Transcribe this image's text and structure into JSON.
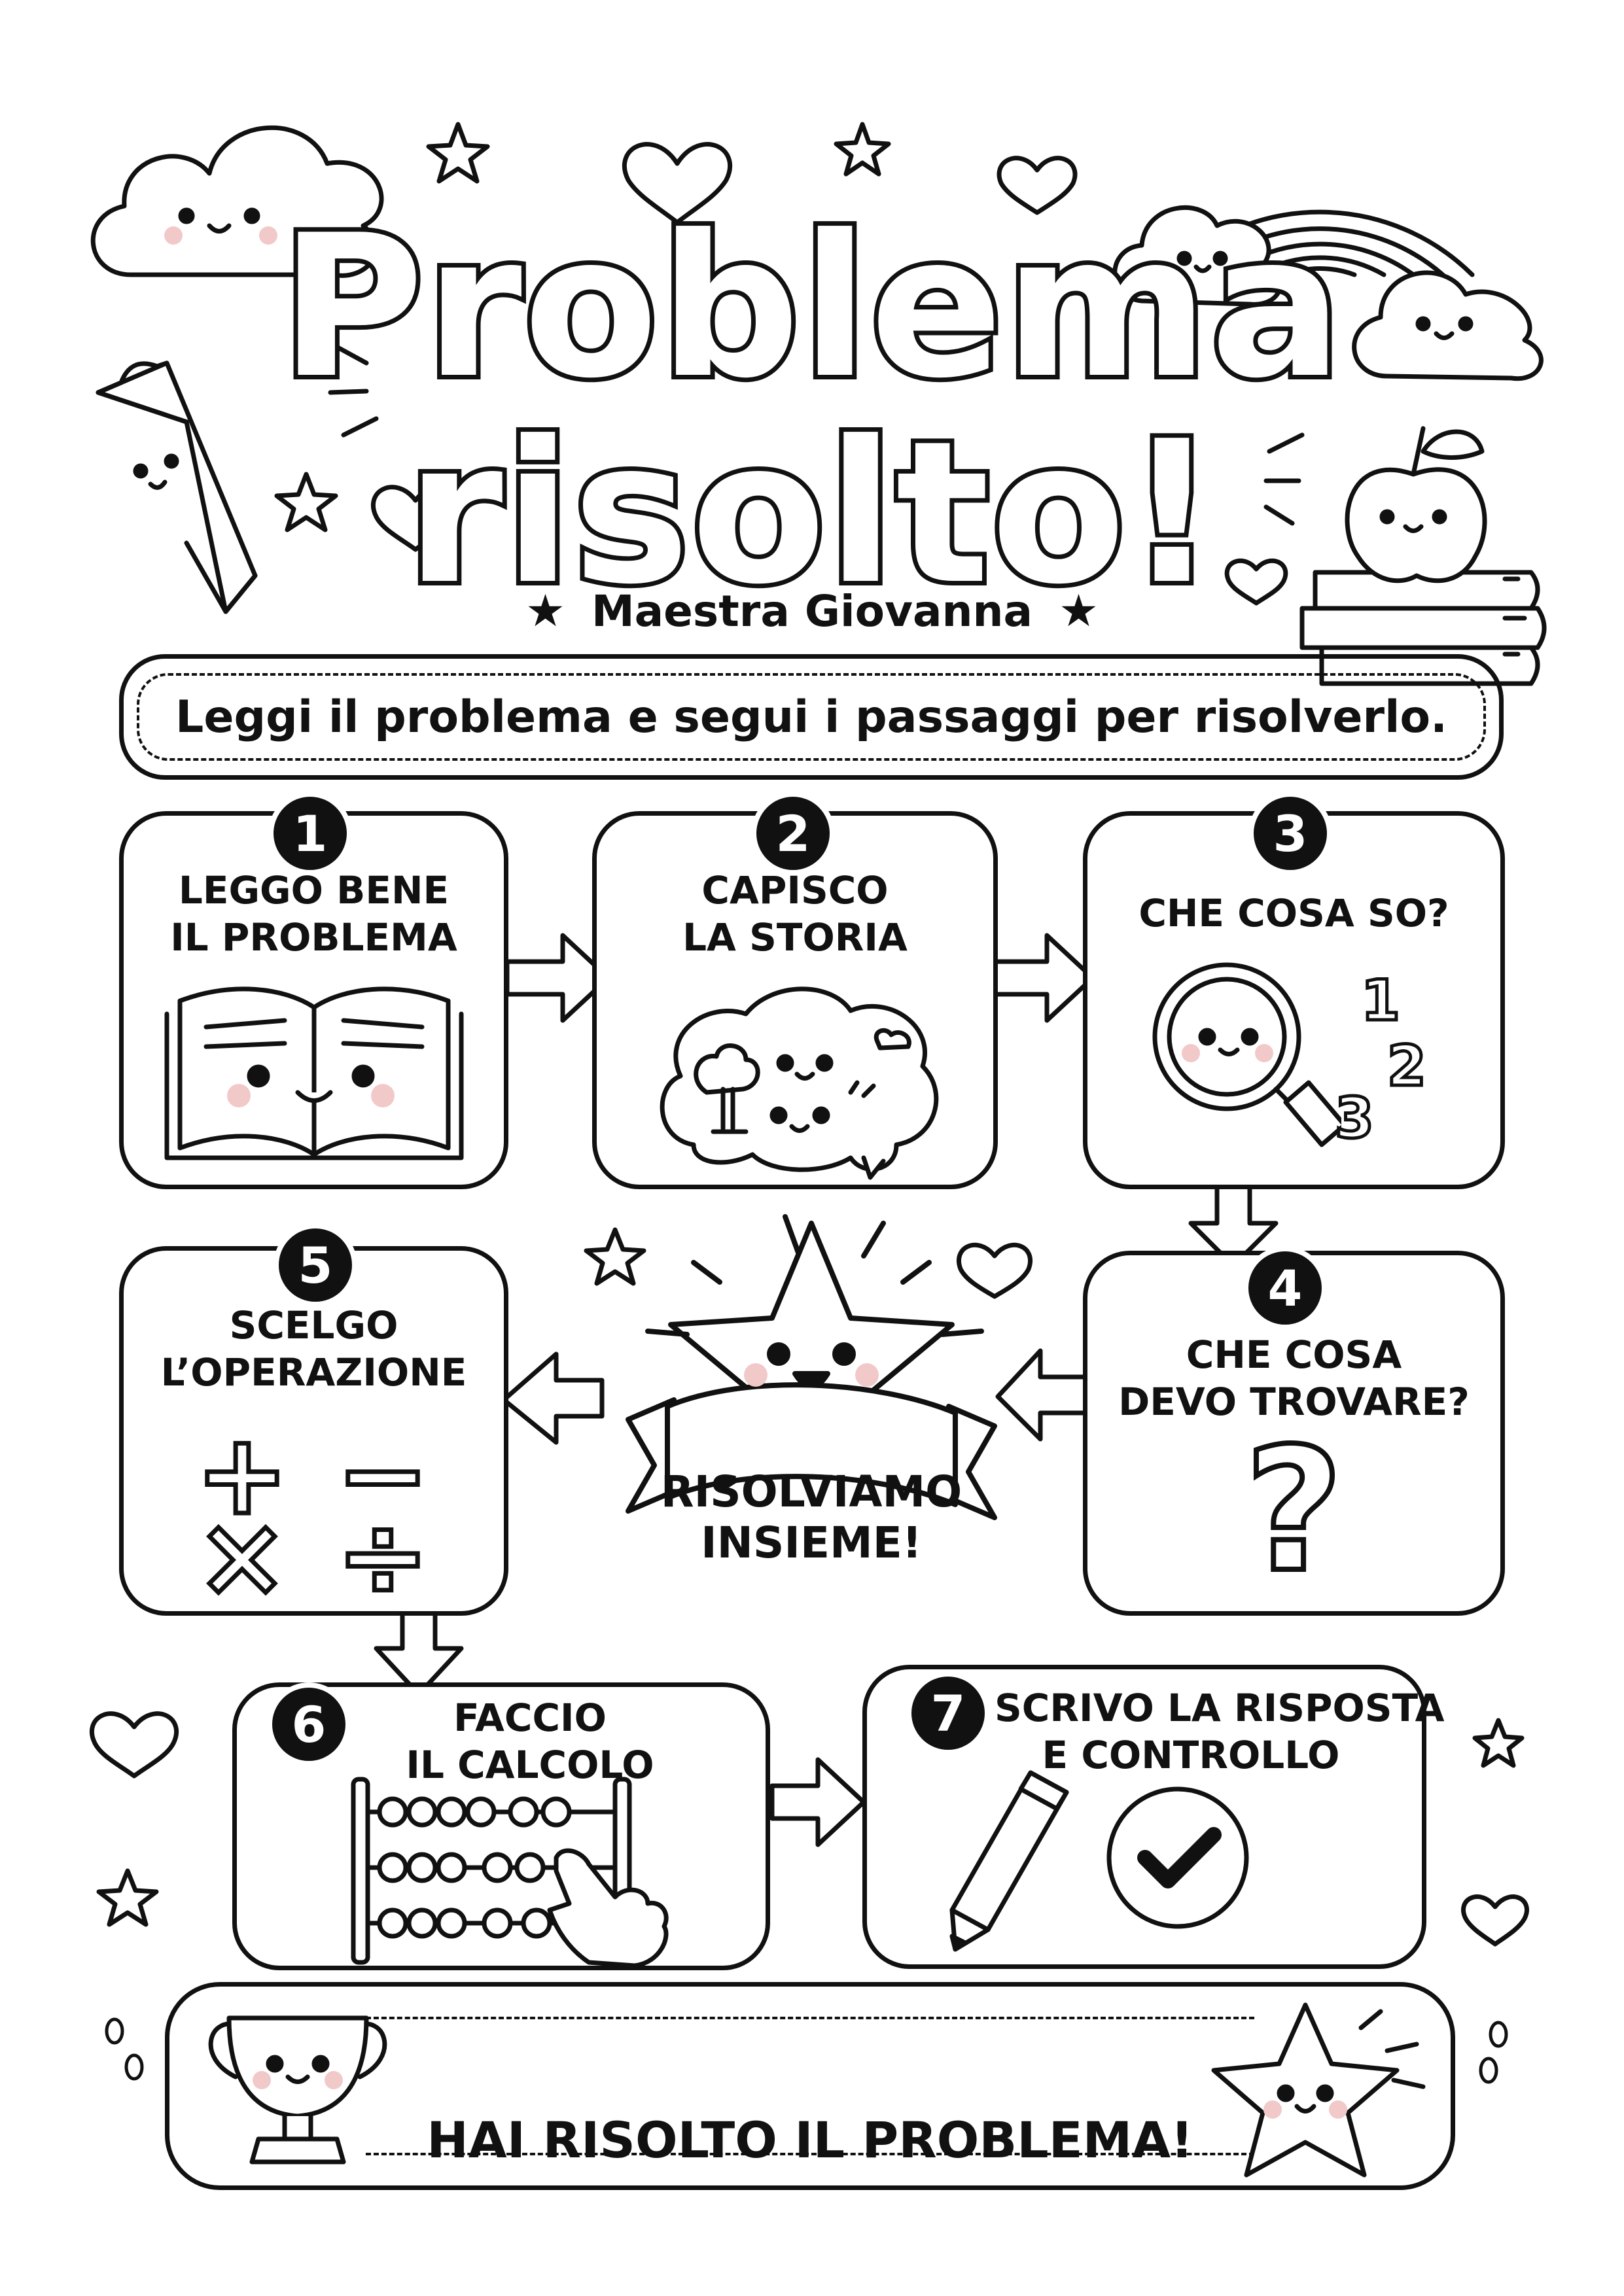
{
  "title": {
    "line1": "Problema",
    "line2": "risolto!"
  },
  "author": "Maestra Giovanna",
  "instruction": "Leggi il problema e segui i passaggi per risolverlo.",
  "steps": [
    {
      "num": "1",
      "label": "LEGGO BENE\nIL PROBLEMA",
      "icon": "open-book-icon"
    },
    {
      "num": "2",
      "label": "CAPISCO\nLA STORIA",
      "icon": "thought-cloud-icon"
    },
    {
      "num": "3",
      "label": "CHE COSA SO?",
      "icon": "magnifying-glass-icon",
      "numbers": [
        "1",
        "2",
        "3"
      ]
    },
    {
      "num": "4",
      "label": "CHE COSA\nDEVO TROVARE?",
      "icon": "question-mark-icon",
      "glyph": "?"
    },
    {
      "num": "5",
      "label": "SCELGO\nL’OPERAZIONE",
      "icon": "operations-icon",
      "ops": [
        "+",
        "−",
        "×",
        "÷"
      ]
    },
    {
      "num": "6",
      "label": "FACCIO\nIL CALCOLO",
      "icon": "abacus-icon"
    },
    {
      "num": "7",
      "label": "SCRIVO LA RISPOSTA\nE CONTROLLO",
      "icon": "checkmark-icon"
    }
  ],
  "center_banner": "RISOLVIAMO\nINSIEME!",
  "final_banner": "HAI RISOLTO IL PROBLEMA!",
  "colors": {
    "ink": "#111111",
    "paper": "#ffffff",
    "blush": "#f2c9c9"
  }
}
